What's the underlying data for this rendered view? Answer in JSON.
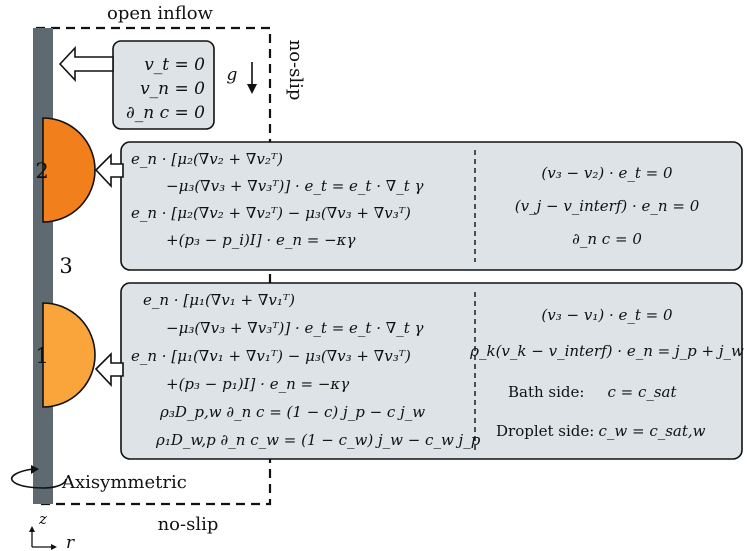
{
  "title_top": "open inflow",
  "title_bottom": "no-slip",
  "wall_right": "no-slip",
  "gravity": "g",
  "axis_label": "Axisymmetric",
  "axis_z": "z",
  "axis_r": "r",
  "domains": {
    "d1": "1",
    "d2": "2",
    "d3": "3"
  },
  "inflow_box": {
    "l1": "v_t = 0",
    "l2": "v_n = 0",
    "l3": "∂_n c = 0"
  },
  "box2": {
    "left": [
      "e_n · [μ₂(∇v₂ + ∇v₂ᵀ)",
      "−μ₃(∇v₃ + ∇v₃ᵀ)] · e_t = e_t · ∇_t γ",
      "e_n · [μ₂(∇v₂ + ∇v₂ᵀ) − μ₃(∇v₃ + ∇v₃ᵀ)",
      "+(p₃ − p_i)I] · e_n = −κγ"
    ],
    "right": [
      "(v₃ − v₂) · e_t = 0",
      "(v_j − v_interf) · e_n = 0",
      "∂_n c = 0"
    ]
  },
  "box1": {
    "left": [
      "e_n · [μ₁(∇v₁ + ∇v₁ᵀ)",
      "−μ₃(∇v₃ + ∇v₃ᵀ)] · e_t = e_t · ∇_t γ",
      "e_n · [μ₁(∇v₁ + ∇v₁ᵀ) − μ₃(∇v₃ + ∇v₃ᵀ)",
      "+(p₃ − p₁)I] · e_n = −κγ",
      "ρ₃D_p,w ∂_n c = (1 − c) j_p − c j_w",
      "ρ₁D_w,p ∂_n c_w = (1 − c_w) j_w − c_w j_p"
    ],
    "right": [
      "(v₃ − v₁) · e_t = 0",
      "ρ_k(v_k − v_interf) · e_n = j_p + j_w"
    ],
    "bath_label": "Bath side:",
    "bath_eq": "c = c_sat",
    "droplet_label": "Droplet side:",
    "droplet_eq": "c_w = c_sat,w"
  },
  "colors": {
    "wall": "#5e6a70",
    "drop1": "#f9a53c",
    "drop2": "#f07f1c",
    "box_fill": "#dde3e6",
    "stroke": "#111111"
  }
}
